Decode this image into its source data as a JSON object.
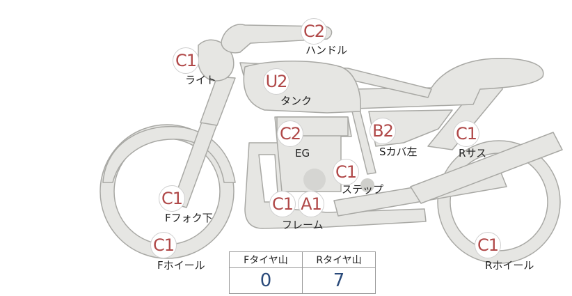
{
  "parts": [
    {
      "id": "handle",
      "grade": "C2",
      "label": "ハンドル"
    },
    {
      "id": "light",
      "grade": "C1",
      "label": "ライト"
    },
    {
      "id": "tank",
      "grade": "U2",
      "label": "タンク"
    },
    {
      "id": "engine",
      "grade": "C2",
      "label": "EG"
    },
    {
      "id": "side-cover-left",
      "grade": "B2",
      "label": "Sカバ左"
    },
    {
      "id": "rear-suspension",
      "grade": "C1",
      "label": "Rサス"
    },
    {
      "id": "step",
      "grade": "C1",
      "label": "ステップ"
    },
    {
      "id": "front-fork-lower",
      "grade": "C1",
      "label": "Fフォク下"
    },
    {
      "id": "frame",
      "grade1": "C1",
      "grade2": "A1",
      "label": "フレーム"
    },
    {
      "id": "front-wheel",
      "grade": "C1",
      "label": "Fホイール"
    },
    {
      "id": "rear-wheel",
      "grade": "C1",
      "label": "Rホイール"
    }
  ],
  "tread": {
    "front_header": "Fタイヤ山",
    "rear_header": "Rタイヤ山",
    "front_value": "0",
    "rear_value": "7"
  },
  "colors": {
    "body_fill": "#e6e6e3",
    "body_stroke": "#a8a8a4",
    "grade_text": "#b04848",
    "tread_value": "#2a4a7a"
  }
}
